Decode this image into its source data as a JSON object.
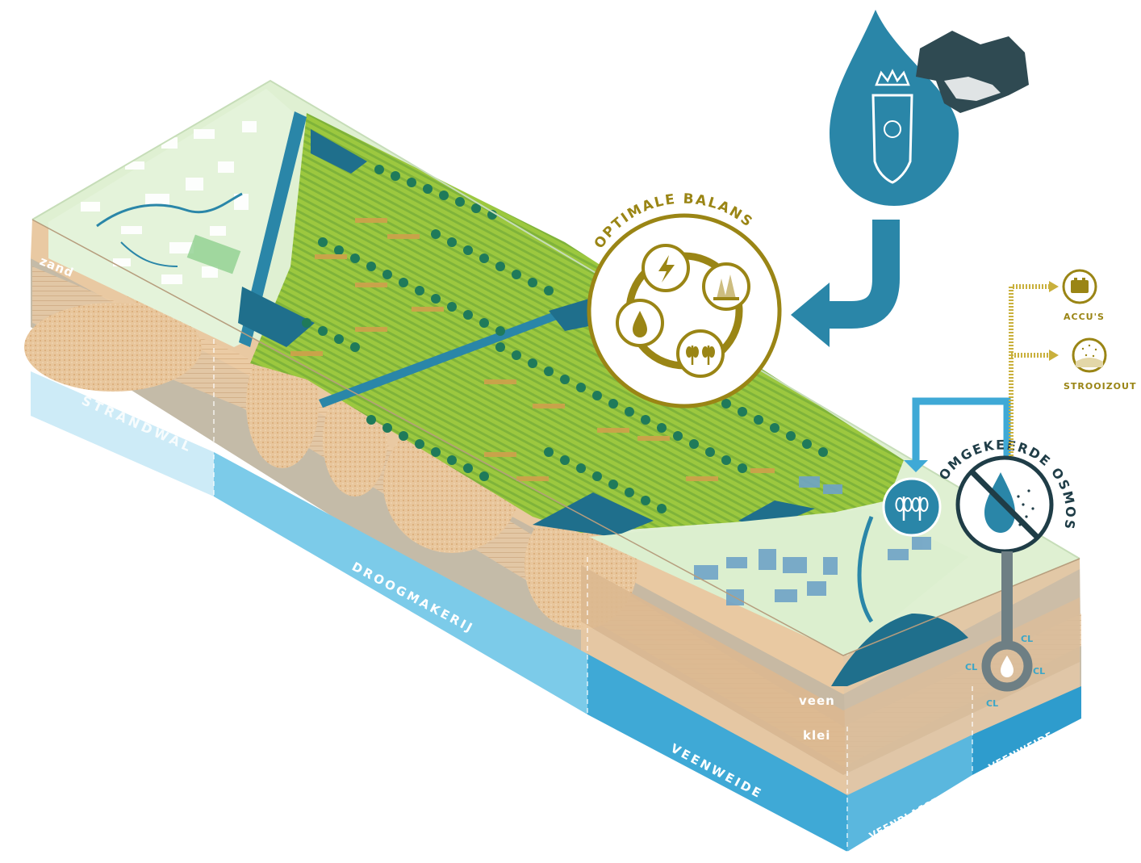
{
  "soil_labels": {
    "sand": "zand",
    "peat": "veen",
    "clay": "klei"
  },
  "zones": {
    "strandwal": "STRANDWAL",
    "droogmakerij": "DROOGMAKERIJ",
    "veenweide_main": "VEENWEIDE",
    "veenplassen": "VEENPLASSEN",
    "veenweide_small": "VEENWEIDE"
  },
  "balance": {
    "title": "OPTIMALE BALANS",
    "icons": [
      "lightning-icon",
      "forest-icon",
      "water-drop-icon",
      "crops-icon"
    ]
  },
  "osmosis": {
    "title": "OMGEKEERDE OSMOSE"
  },
  "outputs": {
    "batteries": "ACCU'S",
    "road_salt": "STROOIZOUT"
  },
  "chloride": [
    "CL",
    "CL",
    "CL",
    "CL"
  ],
  "colors": {
    "water_blue": "#2a86a8",
    "deep_blue": "#1f6f8c",
    "gold": "#9a8515",
    "sand": "#e9c9a2",
    "grass_green": "#8fc045",
    "zone_bar": "#5cb8de",
    "dark_slate": "#2f4a52"
  }
}
